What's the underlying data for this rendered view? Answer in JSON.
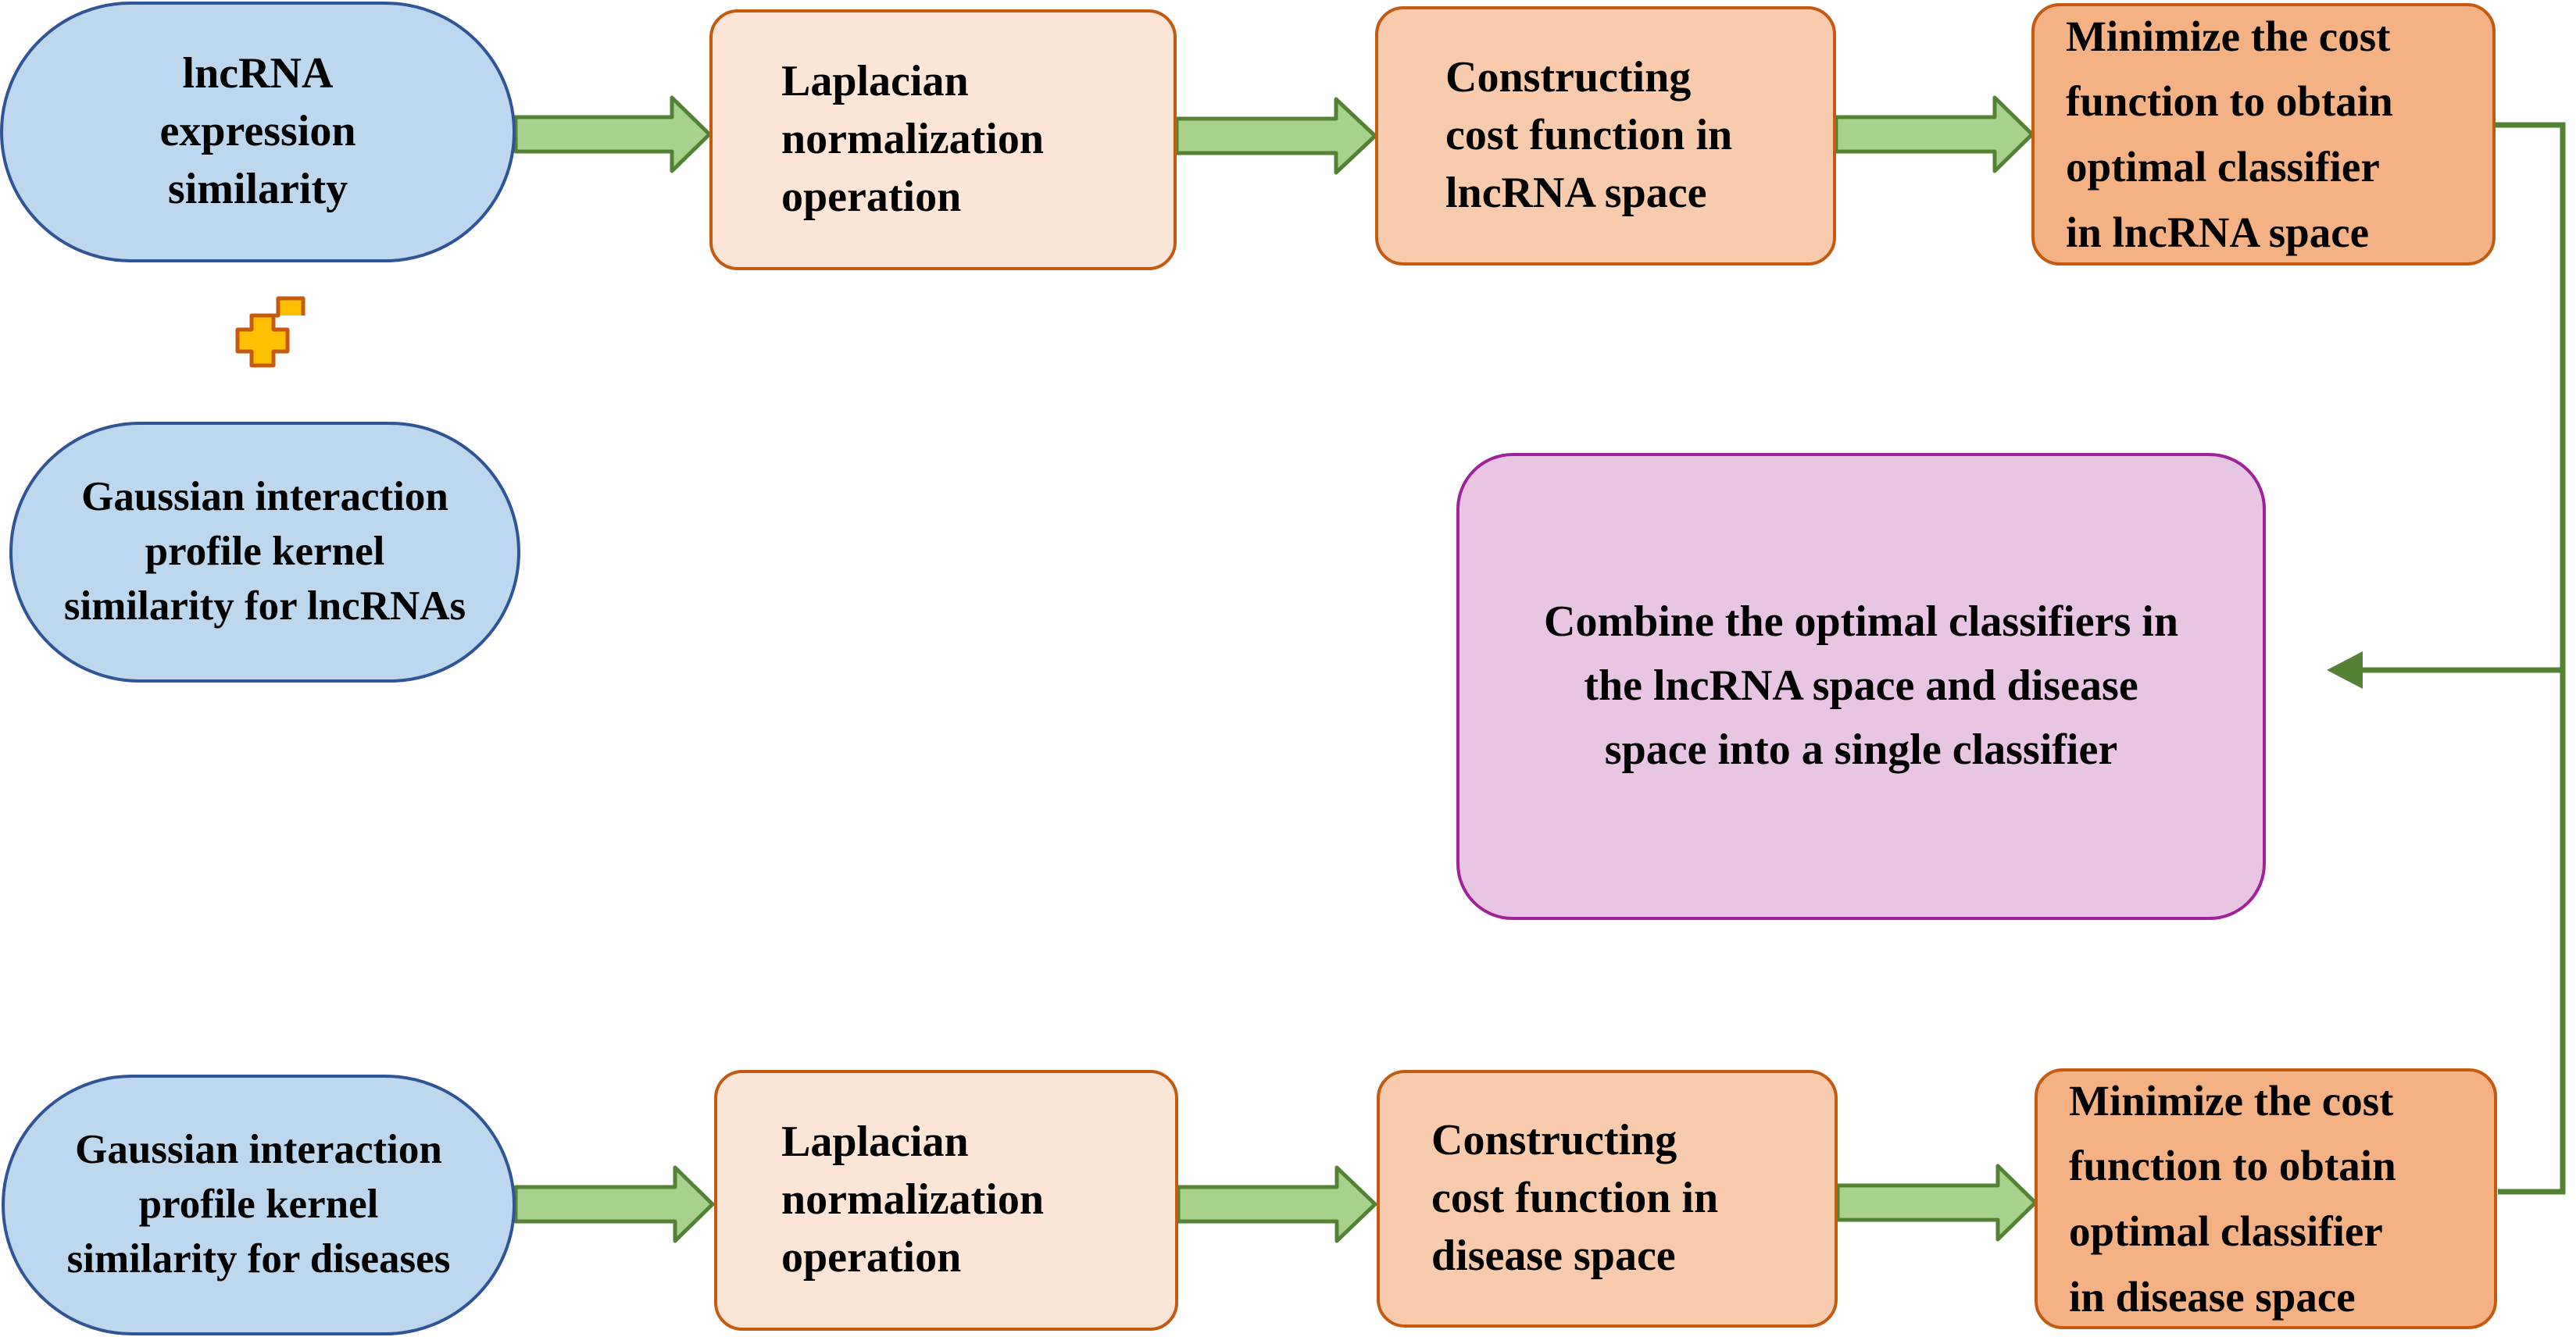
{
  "colors": {
    "blue_fill": "#bdd7ee",
    "blue_border": "#2f5597",
    "peach_light": "#fbe5d6",
    "peach_mid": "#f8cbad",
    "peach_dark": "#f4b183",
    "orange_border": "#c55a11",
    "purple_fill": "#e8c5e2",
    "purple_border": "#a0219a",
    "arrow_fill": "#a9d18e",
    "arrow_border": "#548235",
    "connector": "#548235",
    "plus_fill": "#ffc000",
    "plus_border": "#c55a11"
  },
  "icons": {
    "plus": "plus-icon"
  },
  "nodes": {
    "lnc_expr": [
      "lncRNA",
      "expression",
      "similarity"
    ],
    "gauss_lnc": [
      "Gaussian interaction",
      "profile kernel",
      "similarity for lncRNAs"
    ],
    "gauss_dis": [
      "Gaussian interaction",
      "profile kernel",
      "similarity for diseases"
    ],
    "lap_top": [
      "Laplacian",
      "normalization",
      "operation"
    ],
    "lap_bot": [
      "Laplacian",
      "normalization",
      "operation"
    ],
    "cost_top": [
      "Constructing",
      "cost function in",
      "lncRNA space"
    ],
    "cost_bot": [
      "Constructing",
      "cost function in",
      "disease space"
    ],
    "min_top": [
      "Minimize the cost",
      "function to obtain",
      "optimal classifier",
      "in lncRNA space"
    ],
    "min_bot": [
      "Minimize the cost",
      "function to obtain",
      "optimal classifier",
      "in disease space"
    ],
    "combine": [
      "Combine the optimal classifiers in",
      "the lncRNA space and disease",
      "space into a single classifier"
    ]
  }
}
